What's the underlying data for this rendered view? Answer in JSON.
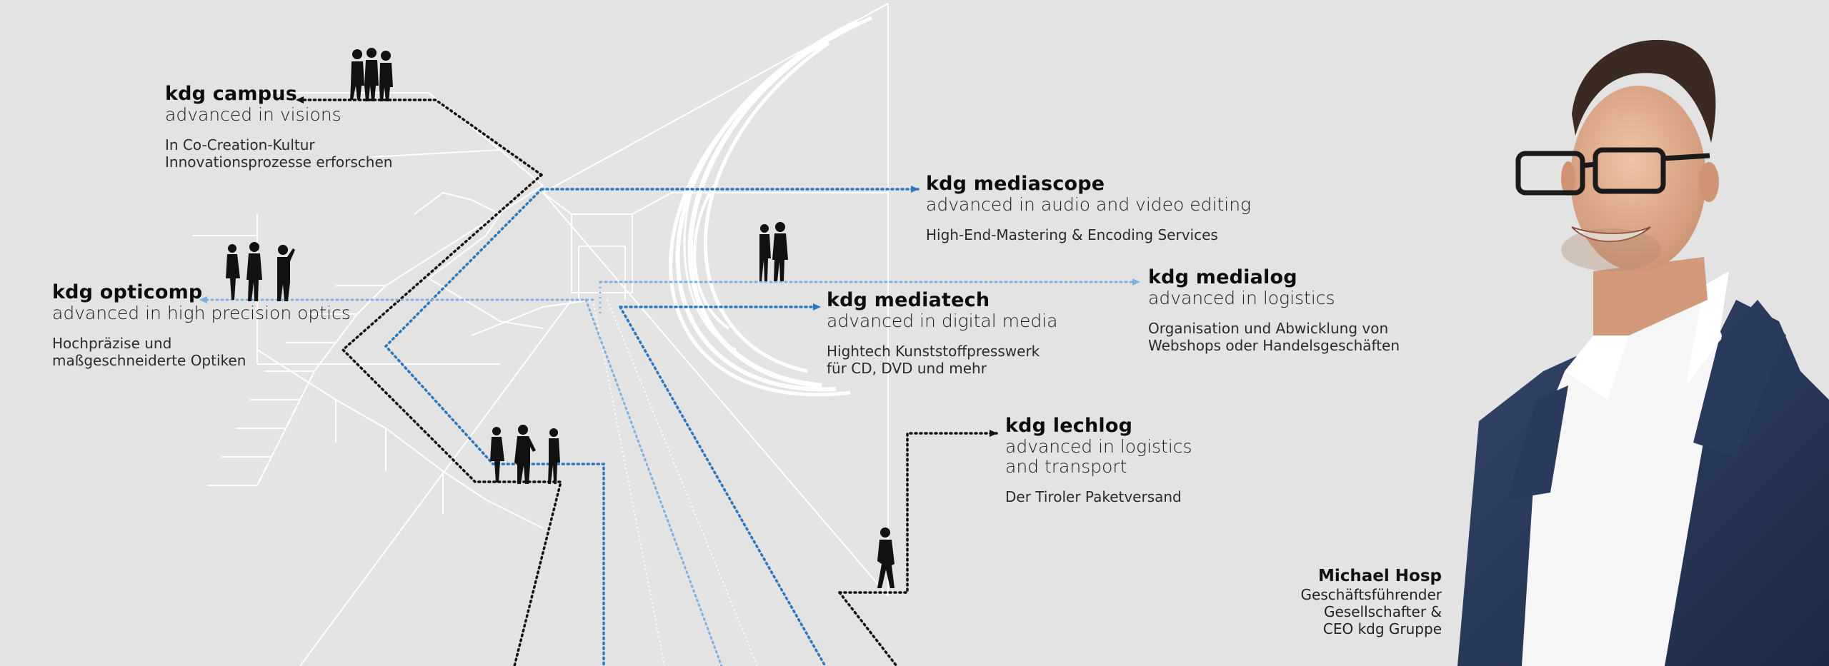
{
  "colors": {
    "background": "#e3e3e3",
    "accent_blue": "#2a78c2",
    "light_blue": "#7fb0e0",
    "line_black": "#111111",
    "sketch_white": "#ffffff"
  },
  "units": [
    {
      "id": "campus",
      "title": "kdg campus",
      "subtitle": "advanced in visions",
      "description": [
        "In Co-Creation-Kultur",
        "Innovationsprozesse erforschen"
      ]
    },
    {
      "id": "opticomp",
      "title": "kdg opticomp",
      "subtitle": "advanced in high precision optics",
      "description": [
        "Hochpräzise und",
        "maßgeschneiderte Optiken"
      ]
    },
    {
      "id": "mediascope",
      "title": "kdg mediascope",
      "subtitle": "advanced in audio and video editing",
      "description": [
        "High-End-Mastering & Encoding Services"
      ]
    },
    {
      "id": "mediatech",
      "title": "kdg mediatech",
      "subtitle": "advanced in digital media",
      "description": [
        "Hightech Kunststoffpresswerk",
        "für CD, DVD und mehr"
      ]
    },
    {
      "id": "medialog",
      "title": "kdg medialog",
      "subtitle": "advanced in logistics",
      "description": [
        "Organisation und Abwicklung von",
        "Webshops oder Handelsgeschäften"
      ]
    },
    {
      "id": "lechlog",
      "title": "kdg lechlog",
      "subtitle_lines": [
        "advanced in logistics",
        "and transport"
      ],
      "description": [
        "Der Tiroler Paketversand"
      ]
    }
  ],
  "person": {
    "name": "Michael Hosp",
    "role_lines": [
      "Geschäftsführender",
      "Gesellschafter &",
      "CEO kdg Gruppe"
    ]
  },
  "icons": [
    "people-silhouette-icon",
    "person-portrait-icon",
    "arrow-icon"
  ]
}
